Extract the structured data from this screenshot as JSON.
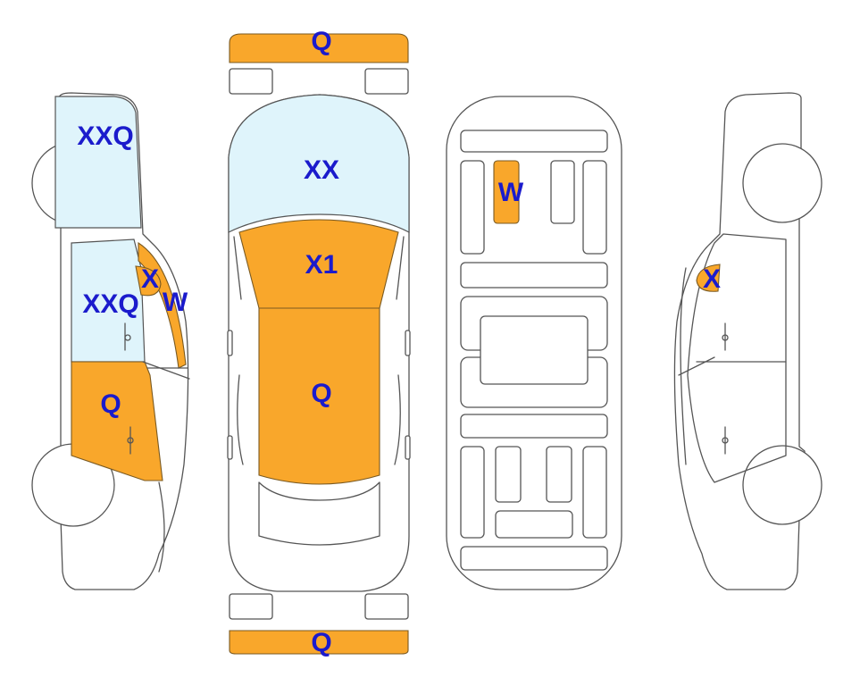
{
  "colors": {
    "damage": "#f9a72b",
    "glass": "#dff4fb",
    "outline": "#555555",
    "label": "#1b1bcc"
  },
  "labels": {
    "front_bumper": "Q",
    "hood": "XX",
    "roof_panel": "X1",
    "trunk_lid": "Q",
    "rear_bumper": "Q",
    "underbody_part": "W",
    "left_front_fender": "XXQ",
    "left_front_door": "XXQ",
    "left_mirror": "X",
    "left_a_pillar": "W",
    "left_rear_door": "Q",
    "right_mirror": "X"
  }
}
